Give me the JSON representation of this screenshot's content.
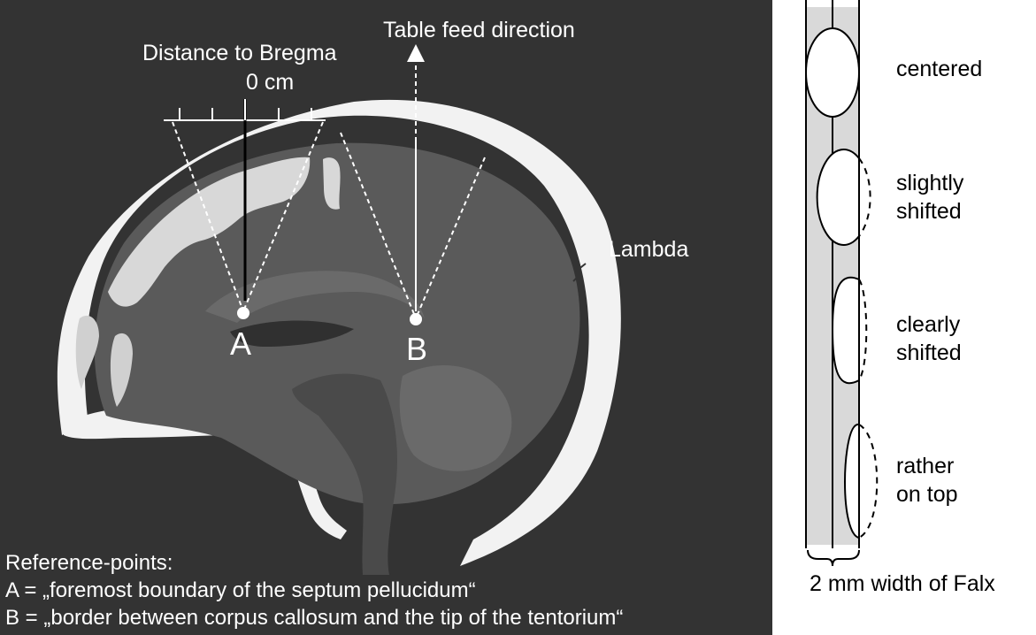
{
  "brain_figure": {
    "labels": {
      "table_feed": "Table feed direction",
      "distance_to_bregma": "Distance to Bregma",
      "zero_cm": "0 cm",
      "lambda": "Lambda",
      "point_a": "A",
      "point_b": "B"
    },
    "reference_points": {
      "heading": "Reference-points:",
      "line_a": "A = „foremost boundary of the septum pellucidum“",
      "line_b": "B = „border between corpus callosum and the tip of the tentorium“"
    },
    "colors": {
      "background": "#333333",
      "skull": "#f2f2f2",
      "brain": "#5a5a5a",
      "gyri": "#d8d8d8",
      "dark_structures": "#303030"
    }
  },
  "falx_figure": {
    "positions": [
      {
        "label": [
          "centered"
        ]
      },
      {
        "label": [
          "slightly",
          "shifted"
        ]
      },
      {
        "label": [
          "clearly",
          "shifted"
        ]
      },
      {
        "label": [
          "rather",
          "on top"
        ]
      }
    ],
    "width_caption": "2 mm width of Falx",
    "colors": {
      "falx_band": "#d9d9d9",
      "lines": "#000000"
    }
  }
}
